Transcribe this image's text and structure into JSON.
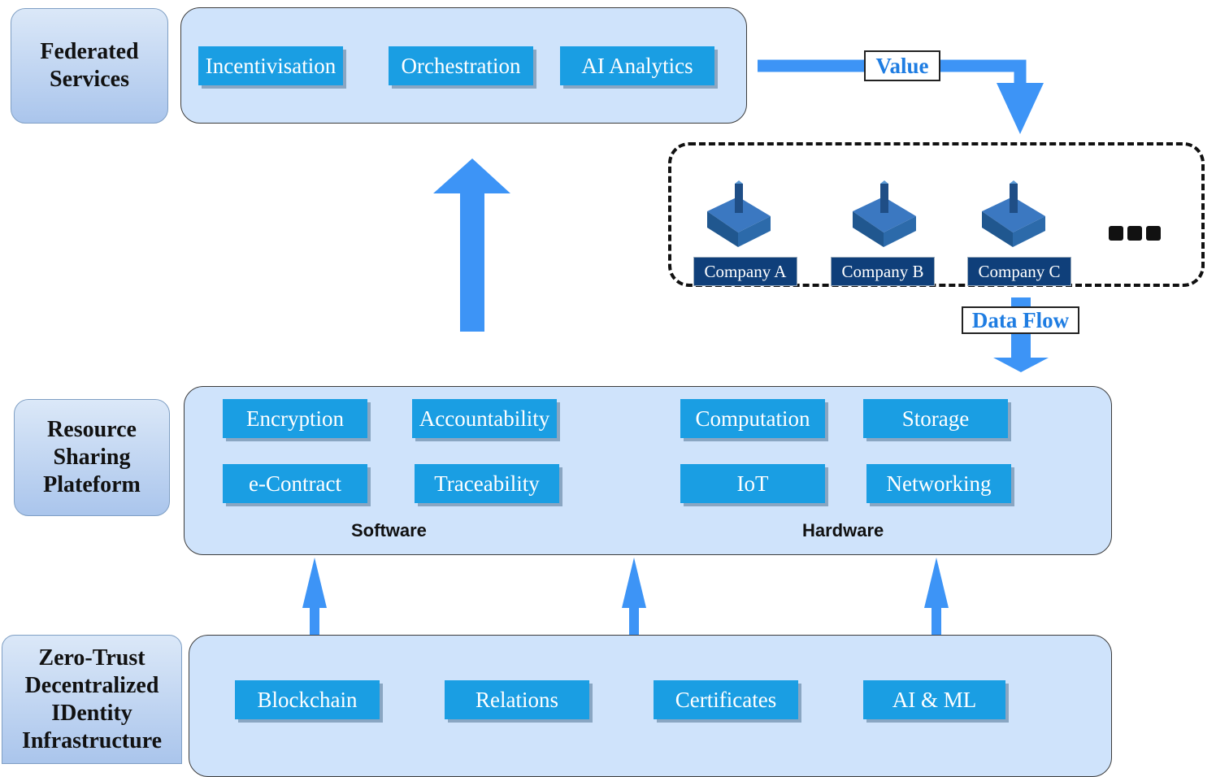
{
  "layers": {
    "federated": {
      "label": "Federated\nServices",
      "items": [
        "Incentivisation",
        "Orchestration",
        "AI Analytics"
      ]
    },
    "resource": {
      "label": "Resource\nSharing\nPlateform",
      "software": {
        "caption": "Software",
        "items": [
          "Encryption",
          "Accountability",
          "e-Contract",
          "Traceability"
        ]
      },
      "hardware": {
        "caption": "Hardware",
        "items": [
          "Computation",
          "Storage",
          "IoT",
          "Networking"
        ]
      }
    },
    "identity": {
      "label": "Zero-Trust\nDecentralized\nIDentity\nInfrastructure",
      "items": [
        "Blockchain",
        "Relations",
        "Certificates",
        "AI & ML"
      ]
    }
  },
  "companies": [
    "Company A",
    "Company B",
    "Company C"
  ],
  "flows": {
    "value": "Value",
    "data_flow": "Data Flow"
  },
  "colors": {
    "chip": "#1a9ee3",
    "arrow": "#3d94f6",
    "panel": "#cfe3fb",
    "company_label": "#0f3f7a",
    "flow_text": "#1f7de2"
  },
  "icons": {
    "company": "factory-building-icon",
    "more": "ellipsis-icon"
  }
}
